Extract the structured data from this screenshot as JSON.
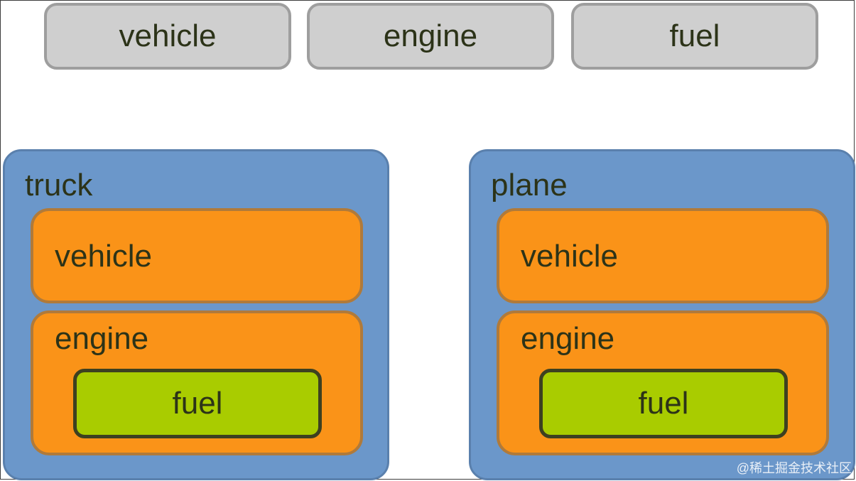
{
  "top_row": {
    "vehicle": "vehicle",
    "engine": "engine",
    "fuel": "fuel"
  },
  "truck": {
    "title": "truck",
    "vehicle": "vehicle",
    "engine": "engine",
    "fuel": "fuel"
  },
  "plane": {
    "title": "plane",
    "vehicle": "vehicle",
    "engine": "engine",
    "fuel": "fuel"
  },
  "watermark": "@稀土掘金技术社区",
  "colors": {
    "component_gray": "#cfcfcf",
    "container_blue": "#6b97ca",
    "component_orange": "#fa9318",
    "fuel_green": "#a9cc00",
    "text": "#2c3318"
  }
}
